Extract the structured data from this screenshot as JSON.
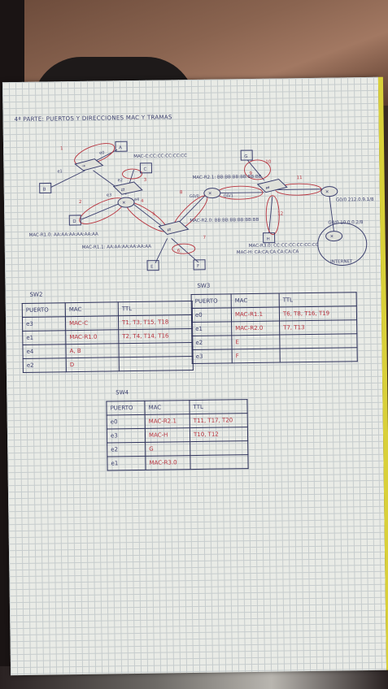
{
  "title": "4ª PARTE: PUERTOS Y DIRECCIONES MAC Y TRAMAS",
  "diagram": {
    "nodes": [
      {
        "id": "A",
        "label": "A"
      },
      {
        "id": "B",
        "label": "B"
      },
      {
        "id": "C",
        "label": "C"
      },
      {
        "id": "D",
        "label": "D"
      },
      {
        "id": "E",
        "label": "E"
      },
      {
        "id": "F",
        "label": "F"
      },
      {
        "id": "G",
        "label": "G"
      },
      {
        "id": "H",
        "label": "H"
      }
    ],
    "mac_labels": {
      "mac_c": "MAC-C:CC:CC:CC:CC:CC",
      "mac_r2_1": "MAC-R2.1: BB:BB:BB:BB:BB:BB",
      "mac_r1_0": "MAC-R1.0: AA:AA:AA:AA:AA:AA",
      "mac_r1_1": "MAC-R1.1: AA:AA:AA:AA:AA:AA",
      "mac_r2_0": "MAC-R2.0: BB:BB:BB:BB:BB:BB",
      "mac_r3_0": "MAC-R3.0: CC:CC:CC:CC:CC:CC",
      "mac_h": "MAC-H: CA:CA:CA:CA:CA:CA"
    },
    "router_labels": {
      "r3_ip": "G0/0 212.0.9.1/8",
      "r4_ip": "G0/0 10.0.0.2/8",
      "internet": "INTERNET"
    },
    "ports": [
      "e0",
      "e1",
      "e2",
      "e3",
      "e4",
      "G0/0",
      "G0/1"
    ],
    "frame_numbers": [
      "1",
      "2",
      "3",
      "4",
      "5",
      "6",
      "7",
      "8",
      "9",
      "10",
      "11",
      "12"
    ]
  },
  "sw2": {
    "caption": "SW2",
    "headers": [
      "PUERTO",
      "MAC",
      "TTL"
    ],
    "rows": [
      {
        "puerto": "e3",
        "mac": "MAC-C",
        "ttl": "T1, T3, T15, T18"
      },
      {
        "puerto": "e1",
        "mac": "MAC-R1.0",
        "ttl": "T2, T4, T14, T16"
      },
      {
        "puerto": "e4",
        "mac": "A, B",
        "ttl": ""
      },
      {
        "puerto": "e2",
        "mac": "D",
        "ttl": ""
      }
    ]
  },
  "sw3": {
    "caption": "SW3",
    "headers": [
      "PUERTO",
      "MAC",
      "TTL"
    ],
    "rows": [
      {
        "puerto": "e0",
        "mac": "MAC-R1.1",
        "ttl": "T6, T8, T16, T19"
      },
      {
        "puerto": "e1",
        "mac": "MAC-R2.0",
        "ttl": "T7, T13"
      },
      {
        "puerto": "e2",
        "mac": "E",
        "ttl": ""
      },
      {
        "puerto": "e3",
        "mac": "F",
        "ttl": ""
      }
    ]
  },
  "sw4": {
    "caption": "SW4",
    "headers": [
      "PUERTO",
      "MAC",
      "TTL"
    ],
    "rows": [
      {
        "puerto": "e0",
        "mac": "MAC-R2.1",
        "ttl": "T11, T17, T20"
      },
      {
        "puerto": "e3",
        "mac": "MAC-H",
        "ttl": "T10, T12"
      },
      {
        "puerto": "e2",
        "mac": "G",
        "ttl": ""
      },
      {
        "puerto": "e1",
        "mac": "MAC-R3.0",
        "ttl": ""
      }
    ]
  },
  "colors": {
    "ink_blue": "#3b3f6e",
    "ink_red": "#b8323d",
    "paper": "#e9ebe6"
  }
}
